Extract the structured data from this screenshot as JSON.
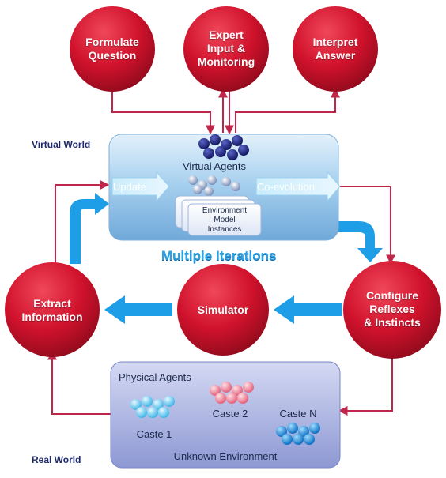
{
  "labels": {
    "virtual_world": "Virtual World",
    "real_world": "Real World",
    "multiple_iterations": "Multiple Iterations"
  },
  "circles": {
    "formulate_question": [
      "Formulate",
      "Question"
    ],
    "expert_input": [
      "Expert",
      "Input &",
      "Monitoring"
    ],
    "interpret_answer": [
      "Interpret",
      "Answer"
    ],
    "extract_information": [
      "Extract",
      "Information"
    ],
    "simulator": [
      "Simulator"
    ],
    "configure_reflexes": [
      "Configure",
      "Reflexes",
      "& Instincts"
    ]
  },
  "virtual_box": {
    "virtual_agents": "Virtual Agents",
    "update": "Update",
    "co_evolution": "Co-evolution",
    "environment_model": [
      "Environment",
      "Model",
      "Instances"
    ]
  },
  "physical_box": {
    "physical_agents": "Physical Agents",
    "caste_1": "Caste 1",
    "caste_2": "Caste 2",
    "caste_n": "Caste N",
    "unknown_environment": "Unknown Environment"
  },
  "colors": {
    "circle_red": "#d0122c",
    "arrow_crimson": "#c0254a",
    "flow_blue": "#1f9ee8",
    "virtual_box_blue": "#9fcbec",
    "physical_box_lavender": "#a9b2e0",
    "agent_navy": "#1a1f7a",
    "caste1_cyan": "#7fd4f2",
    "caste2_pink": "#f29aa8",
    "casteN_blue": "#1e8fe0"
  }
}
